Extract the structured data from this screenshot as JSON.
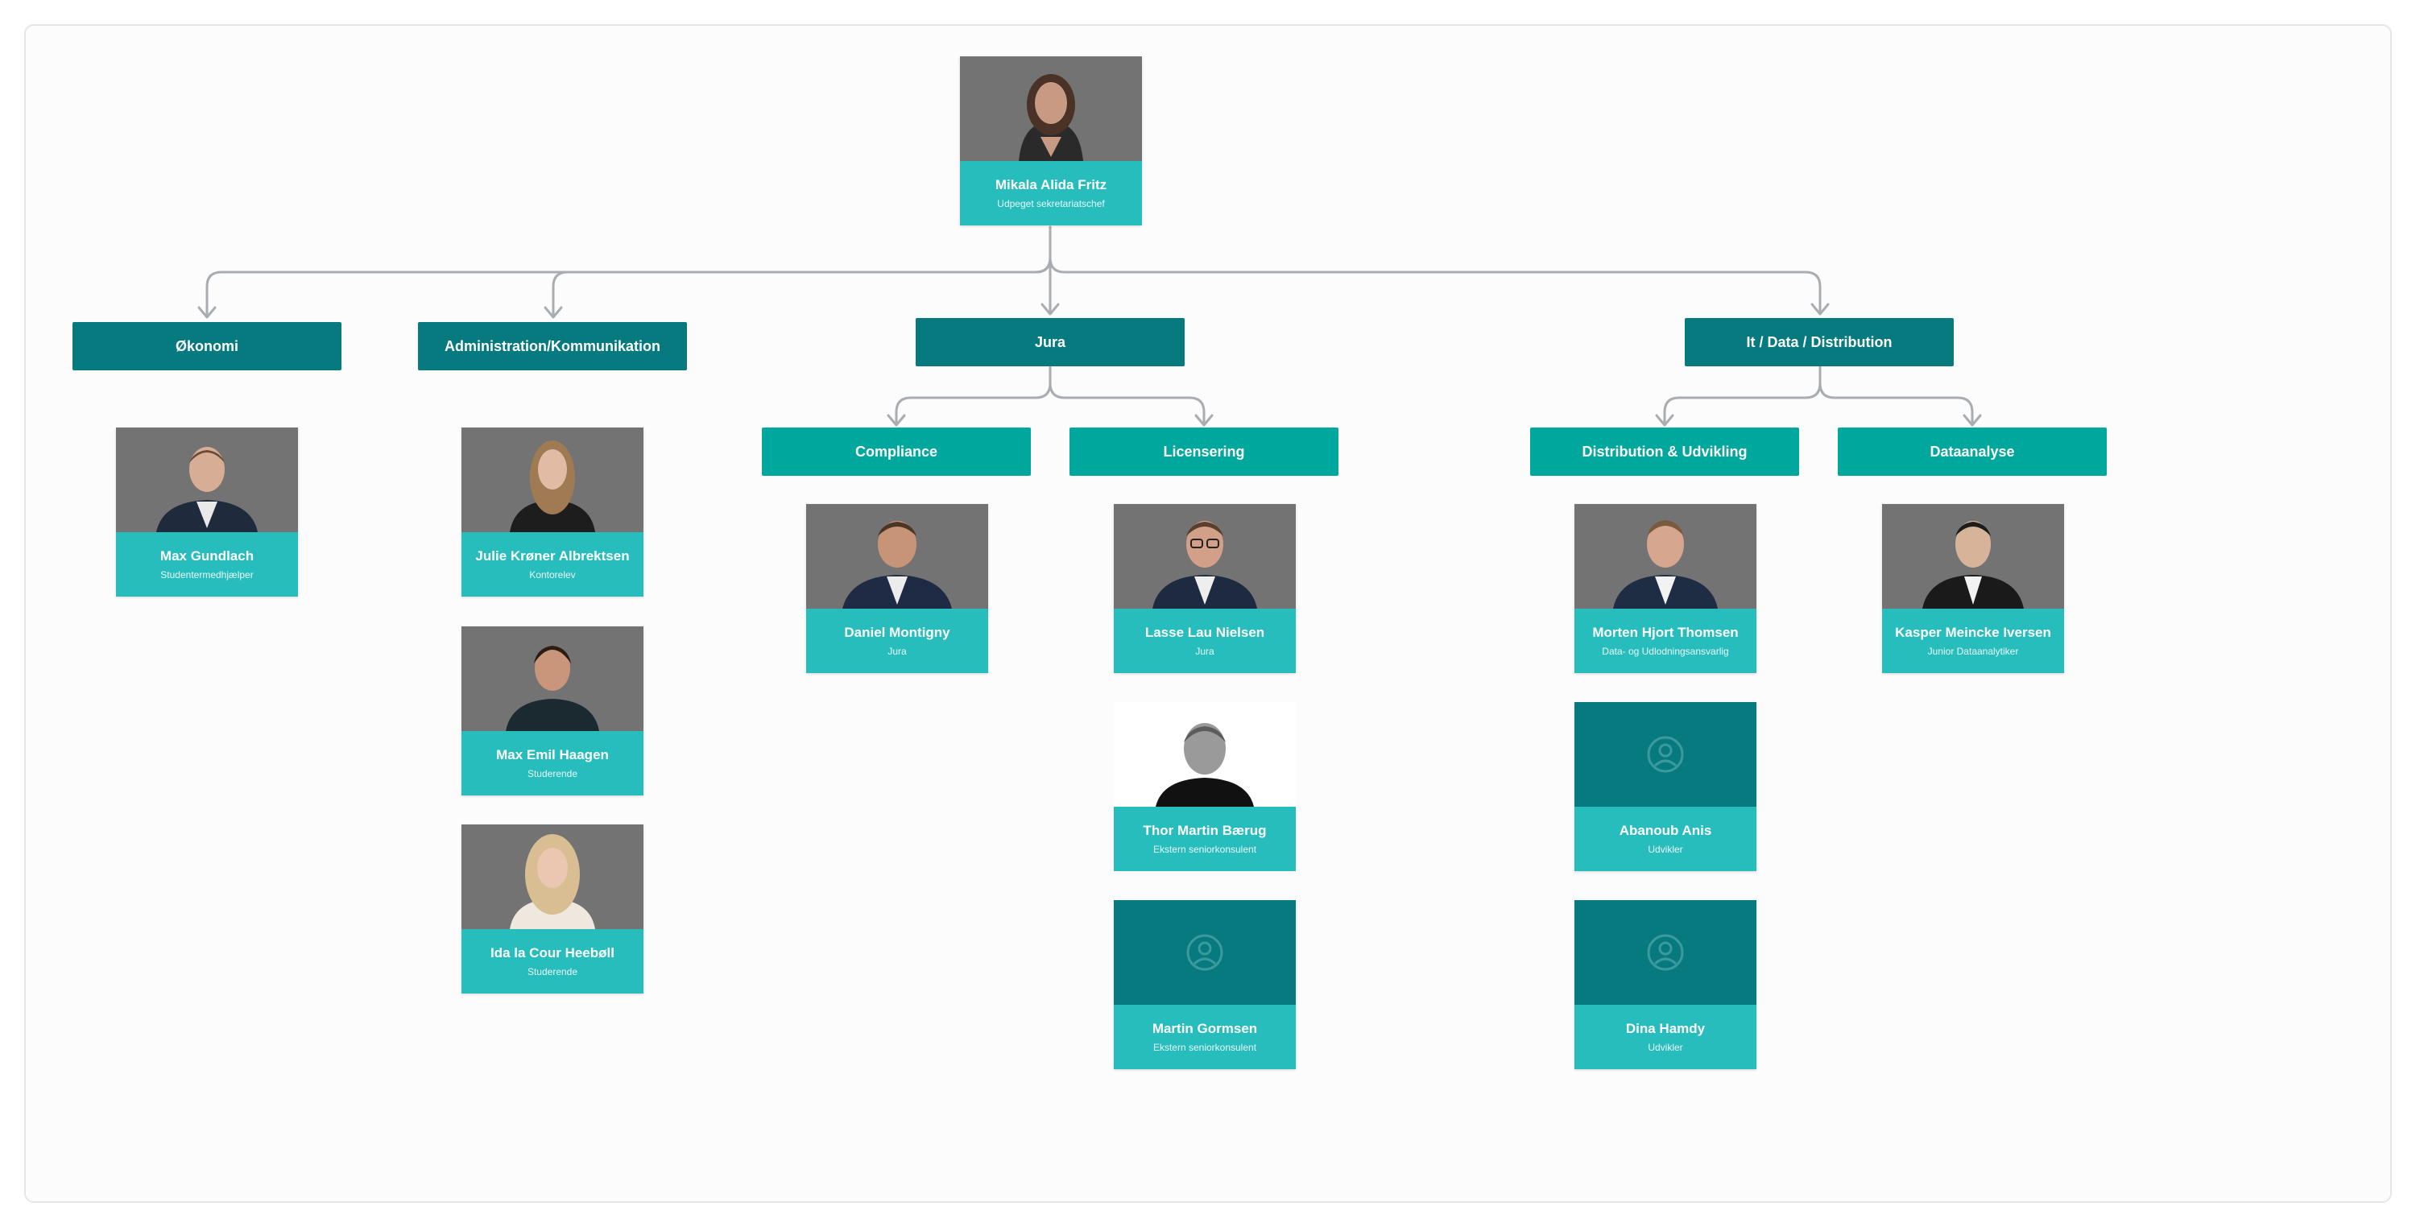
{
  "ceo": {
    "name": "Mikala Alida Fritz",
    "role": "Udpeget sekretariatschef"
  },
  "departments": {
    "okonomi": "Økonomi",
    "admin": "Administration/Kommunikation",
    "jura": "Jura",
    "it": "It / Data / Distribution",
    "compliance": "Compliance",
    "licensering": "Licensering",
    "distribution": "Distribution & Udvikling",
    "dataanalyse": "Dataanalyse"
  },
  "people": {
    "max_gundlach": {
      "name": "Max Gundlach",
      "role": "Studentermedhjælper"
    },
    "julie": {
      "name": "Julie Krøner Albrektsen",
      "role": "Kontorelev"
    },
    "max_emil": {
      "name": "Max Emil Haagen",
      "role": "Studerende"
    },
    "ida": {
      "name": "Ida la Cour Heebøll",
      "role": "Studerende"
    },
    "daniel": {
      "name": "Daniel Montigny",
      "role": "Jura"
    },
    "lasse": {
      "name": "Lasse Lau Nielsen",
      "role": "Jura"
    },
    "thor": {
      "name": "Thor Martin Bærug",
      "role": "Ekstern seniorkonsulent"
    },
    "martin": {
      "name": "Martin Gormsen",
      "role": "Ekstern seniorkonsulent"
    },
    "morten": {
      "name": "Morten Hjort Thomsen",
      "role": "Data- og Udlodningsansvarlig"
    },
    "abanoub": {
      "name": "Abanoub Anis",
      "role": "Udvikler"
    },
    "dina": {
      "name": "Dina Hamdy",
      "role": "Udvikler"
    },
    "kasper": {
      "name": "Kasper Meincke Iversen",
      "role": "Junior Dataanalytiker"
    }
  },
  "icons": {
    "placeholder": "user-placeholder-icon",
    "connector": "arrow-connector"
  },
  "colors": {
    "dept_dark": "#077a80",
    "dept_mid": "#00a79c",
    "card_info": "#27bdbc",
    "photo_bg": "#737373",
    "placeholder_bg": "#077a80",
    "connector": "#a9adb1"
  }
}
